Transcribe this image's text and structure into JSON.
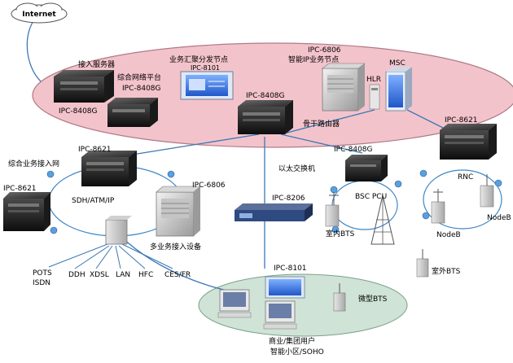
{
  "colors": {
    "backbone_fill": "#f3c3cb",
    "backbone_stroke": "#b07a86",
    "user_area_fill": "#cfe3d6",
    "link_line": "#3b78b5",
    "ring_line": "#3d86c6",
    "node_dot": "#5aa0de",
    "internet_cloud": "#ffffff"
  },
  "labels": {
    "internet": "Internet",
    "access_server": "接入服务器",
    "converged_platform": "综合网络平台",
    "ipc_8408g_a": "IPC-8408G",
    "ipc_8408g_b": "IPC-8408G",
    "service_aggregation": "业务汇聚分发节点",
    "ipc_8101_top": "IPC-8101",
    "ipc_6806_top": "IPC-6806",
    "intelligent_ip_node": "智能IP业务节点",
    "msc": "MSC",
    "hlr": "HLR",
    "ipc_8408g_core": "IPC-8408G",
    "backbone_router": "骨干路由器",
    "ipc_8621_top": "IPC-8621",
    "integrated_access_net": "综合业务接入网",
    "ipc_8621_left": "IPC-8621",
    "ipc_8621_right": "IPC-8621",
    "sdh_atm_ip": "SDH/ATM/IP",
    "ipc_6806_mid": "IPC-6806",
    "ethernet_switch": "以太交换机",
    "ipc_8206": "IPC-8206",
    "ipc_8408g_bsc": "IPC-8408G",
    "bsc_pcu": "BSC PCU",
    "rnc": "RNC",
    "nodeb_a": "NodeB",
    "nodeb_b": "NodeB",
    "indoor_bts": "室内BTS",
    "outdoor_bts": "室外BTS",
    "multi_access": "多业务接入设备",
    "pots": "POTS",
    "isdn": "ISDN",
    "ddh": "DDH",
    "xdsl": "XDSL",
    "lan": "LAN",
    "hfc": "HFC",
    "ces_fr": "CES/FR",
    "ipc_8101_bottom": "IPC-8101",
    "micro_bts": "微型BTS",
    "business_users": "商业/集团用户",
    "smart_community": "智能小区/SOHO"
  }
}
